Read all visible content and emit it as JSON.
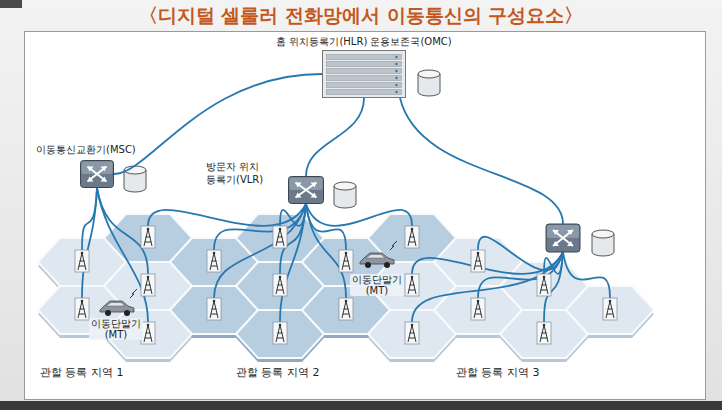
{
  "diagram": {
    "title": "〈디지털 셀룰러 전화망에서 이동통신의 구성요소〉",
    "nodes": [
      {
        "text": [
          "홈 위치등록기(HLR) 운용보존국(OMC)"
        ]
      },
      {
        "text": [
          "이동통신교환기(MSC)"
        ]
      },
      {
        "text": [
          "방문자 위치 등록기(VLR)"
        ]
      }
    ],
    "edges": [
      {
        "from": 0,
        "to": 1,
        "arrow": "none"
      },
      {
        "from": 0,
        "to": 2,
        "arrow": "none"
      }
    ],
    "labels": [
      "이동단말기 (MT)",
      "이동단말기 (MT)",
      "관할 등록 지역 1",
      "관할 등록 지역 2",
      "관할 등록 지역 3"
    ]
  }
}
